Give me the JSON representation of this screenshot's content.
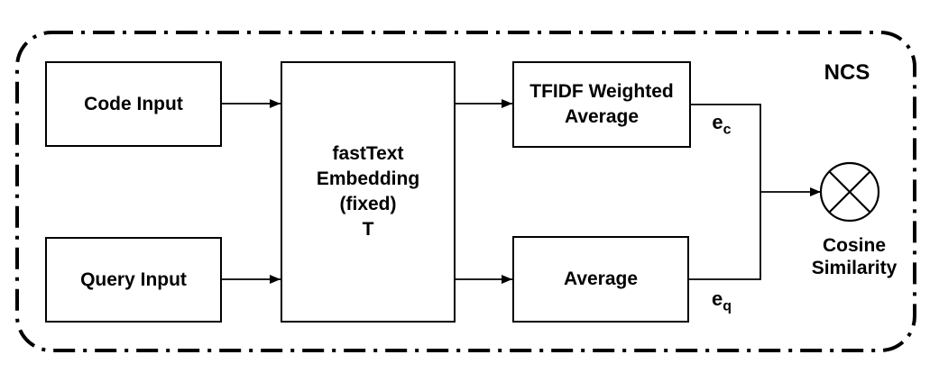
{
  "diagram": {
    "title": "NCS",
    "nodes": {
      "code_input": {
        "label": "Code Input"
      },
      "query_input": {
        "label": "Query Input"
      },
      "fasttext_embedding": {
        "label": "fastText\nEmbedding\n(fixed)\nT"
      },
      "tfidf_weighted_average": {
        "label": "TFIDF Weighted\nAverage"
      },
      "average": {
        "label": "Average"
      }
    },
    "edge_labels": {
      "ec": {
        "base": "e",
        "sub": "c"
      },
      "eq": {
        "base": "e",
        "sub": "q"
      }
    },
    "output_node": {
      "label": "Cosine\nSimilarity",
      "symbol": "circled-times"
    },
    "colors": {
      "stroke": "#000000",
      "background": "#ffffff"
    }
  }
}
